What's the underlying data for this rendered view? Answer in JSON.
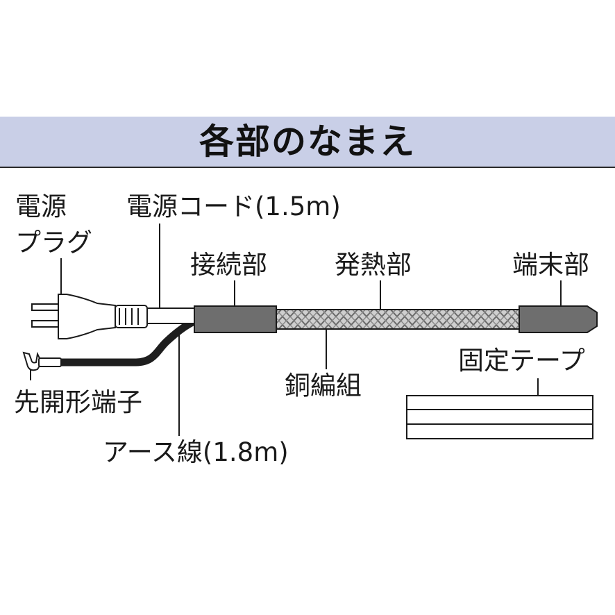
{
  "title": "各部のなまえ",
  "labels": {
    "power_plug_line1": "電源",
    "power_plug_line2": "プラグ",
    "power_cord": "電源コード(1.5m)",
    "connection": "接続部",
    "heating": "発熱部",
    "terminal_end": "端末部",
    "copper_braid": "銅編組",
    "fixing_tape": "固定テープ",
    "fork_terminal": "先開形端子",
    "earth_wire": "アース線(1.8m)"
  },
  "colors": {
    "title_band": "#c9cfe7",
    "sleeve": "#6e6e6e",
    "earth_wire": "#1e1e1e"
  }
}
